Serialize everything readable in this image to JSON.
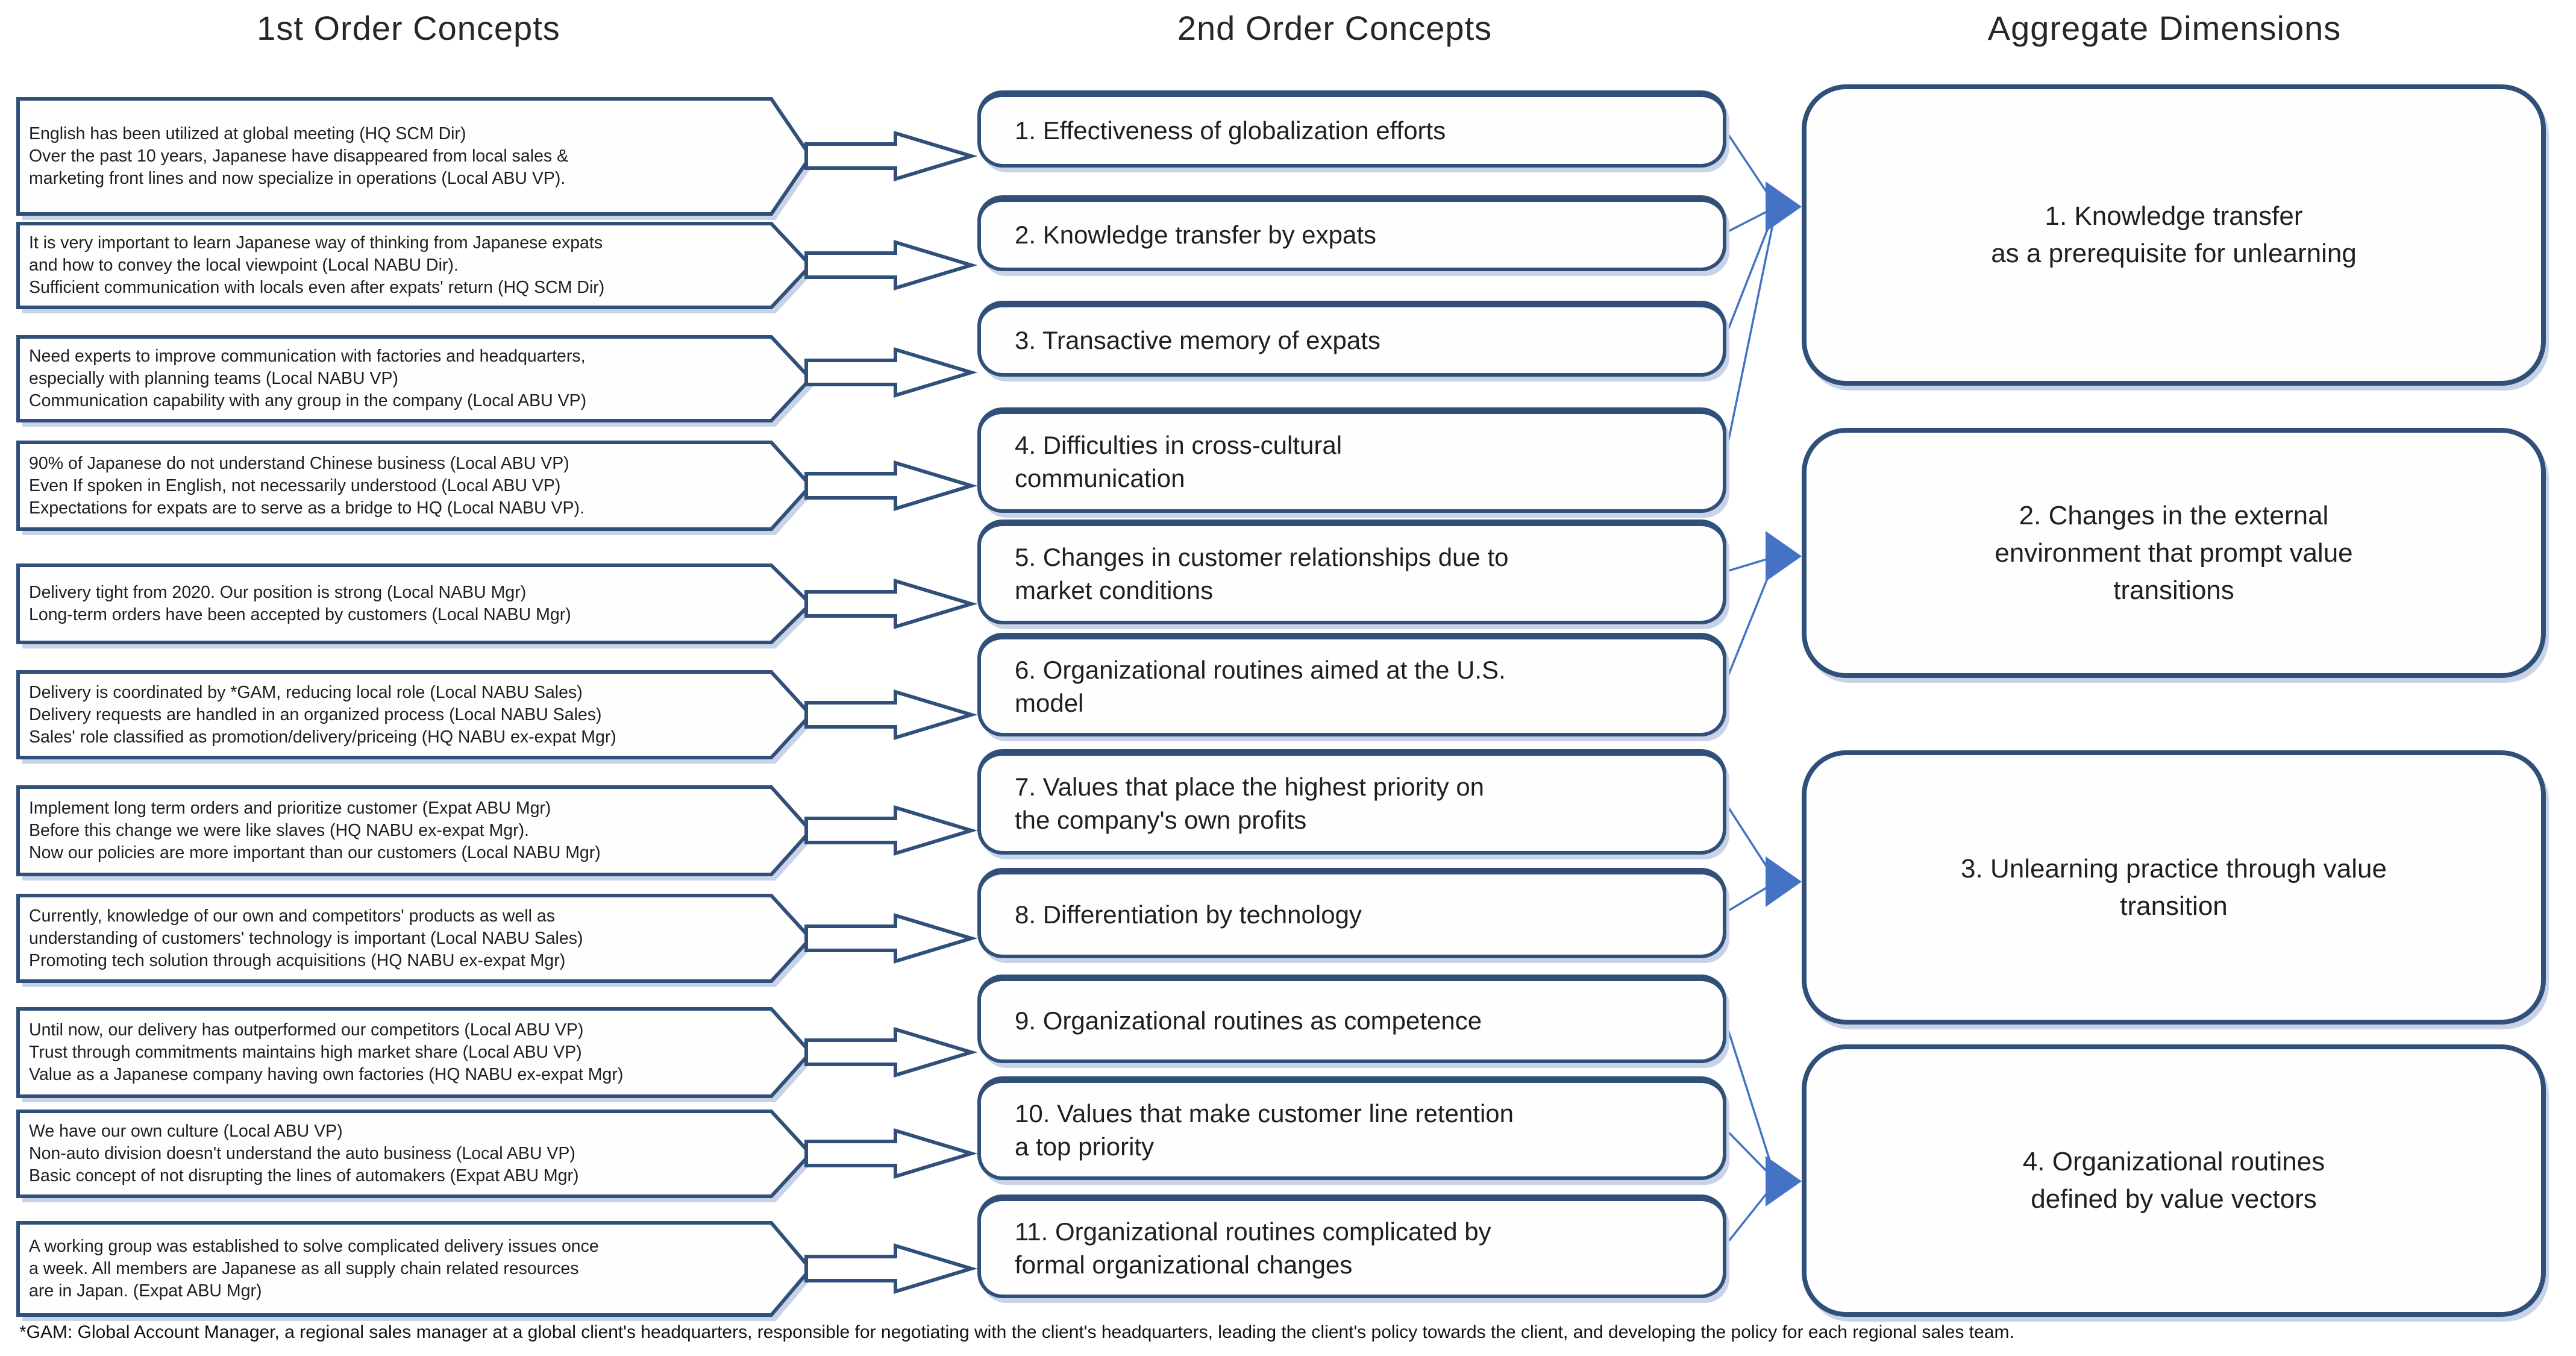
{
  "header": {
    "col1": "1st Order Concepts",
    "col2": "2nd Order Concepts",
    "col3": "Aggregate Dimensions"
  },
  "first_order": [
    {
      "quotes": [
        "English has been utilized at global meeting (HQ SCM Dir)",
        "Over the past 10 years, Japanese have disappeared from local sales &\nmarketing front lines and now specialize in operations (Local ABU VP)."
      ]
    },
    {
      "quotes": [
        "It is very important to learn Japanese way of thinking from Japanese expats\nand how to convey the local viewpoint (Local NABU Dir).",
        "Sufficient communication with locals even after expats' return (HQ SCM Dir)"
      ]
    },
    {
      "quotes": [
        "Need experts to improve communication with factories and headquarters,\nespecially with planning teams (Local NABU VP)",
        "Communication capability with any group in the company (Local ABU VP)"
      ]
    },
    {
      "quotes": [
        "90% of Japanese do not understand Chinese business (Local ABU VP)",
        "Even If spoken in English, not necessarily understood (Local ABU VP)",
        "Expectations for expats are to serve as a bridge to HQ (Local NABU VP)."
      ]
    },
    {
      "quotes": [
        "Delivery tight from 2020. Our position is strong (Local NABU Mgr)",
        "Long-term orders have been accepted by customers (Local NABU Mgr)"
      ]
    },
    {
      "quotes": [
        "Delivery is coordinated by *GAM, reducing local role (Local NABU Sales)",
        "Delivery requests are handled in an organized process (Local NABU Sales)",
        "Sales' role classified as promotion/delivery/priceing (HQ NABU ex-expat Mgr)"
      ]
    },
    {
      "quotes": [
        "Implement long term orders and prioritize customer (Expat ABU Mgr)",
        "Before this change we were like slaves (HQ NABU ex-expat Mgr).",
        "Now our policies are more important than our customers (Local NABU Mgr)"
      ]
    },
    {
      "quotes": [
        "Currently, knowledge of our own and competitors' products as well as\nunderstanding of customers' technology is important (Local NABU Sales)",
        "Promoting tech solution through acquisitions (HQ NABU ex-expat Mgr)"
      ]
    },
    {
      "quotes": [
        "Until now, our delivery has outperformed our competitors (Local ABU VP)",
        "Trust through commitments maintains high market share (Local ABU VP)",
        "Value as a Japanese company having own factories (HQ NABU ex-expat Mgr)"
      ]
    },
    {
      "quotes": [
        "We have our own culture (Local ABU VP)",
        "Non-auto division doesn't understand the auto business (Local ABU VP)",
        "Basic concept of not disrupting the lines of automakers (Expat ABU Mgr)"
      ]
    },
    {
      "quotes": [
        "A working group was established to solve complicated delivery issues once\na week. All members are Japanese as all supply chain related resources\nare in Japan. (Expat ABU Mgr)"
      ]
    }
  ],
  "second_order": [
    {
      "label": "1. Effectiveness of globalization efforts"
    },
    {
      "label": "2. Knowledge transfer by expats"
    },
    {
      "label": "3. Transactive memory of expats"
    },
    {
      "label": "4. Difficulties in cross-cultural\ncommunication"
    },
    {
      "label": "5. Changes in customer relationships due to\nmarket conditions"
    },
    {
      "label": "6. Organizational routines aimed at the U.S.\nmodel"
    },
    {
      "label": "7. Values that place the highest priority on\nthe company's own profits"
    },
    {
      "label": "8. Differentiation by technology"
    },
    {
      "label": "9. Organizational routines as competence"
    },
    {
      "label": "10. Values that make customer line retention\na top priority"
    },
    {
      "label": "11. Organizational routines complicated by\nformal organizational changes"
    }
  ],
  "aggregate": [
    {
      "label": "1. Knowledge transfer\nas a prerequisite for unlearning"
    },
    {
      "label": "2. Changes in the external\nenvironment that prompt value\ntransitions"
    },
    {
      "label": "3. Unlearning practice through value\ntransition"
    },
    {
      "label": "4. Organizational routines\ndefined by value vectors"
    }
  ],
  "connections": {
    "aggregate_1_from_concepts": [
      1,
      2,
      3,
      4
    ],
    "aggregate_2_from_concepts": [
      5,
      6
    ],
    "aggregate_3_from_concepts": [
      7,
      8
    ],
    "aggregate_4_from_concepts": [
      9,
      10,
      11
    ]
  },
  "footnote": "*GAM: Global Account Manager, a regional sales manager at a global client's headquarters, responsible for negotiating with the client's headquarters, leading the client's policy towards the client, and developing the policy for each regional sales team.",
  "colors": {
    "box_border": "#30507a",
    "connector": "#4472c4",
    "shadow": "#c9d3e8"
  }
}
